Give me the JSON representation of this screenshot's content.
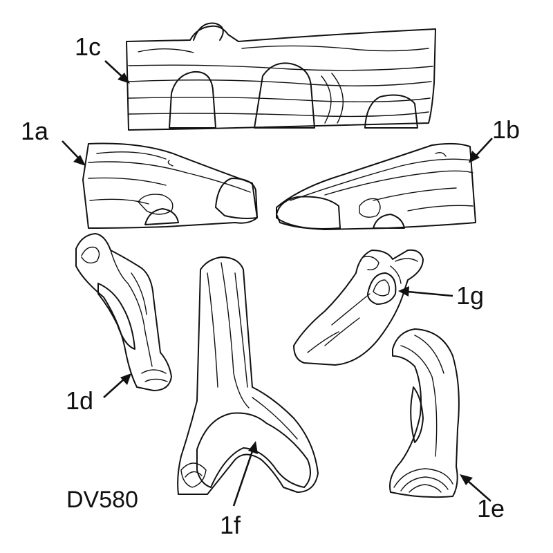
{
  "diagram": {
    "model": "DV580",
    "parts": [
      {
        "id": "1c",
        "label": "1c"
      },
      {
        "id": "1a",
        "label": "1a"
      },
      {
        "id": "1b",
        "label": "1b"
      },
      {
        "id": "1d",
        "label": "1d"
      },
      {
        "id": "1f",
        "label": "1f"
      },
      {
        "id": "1g",
        "label": "1g"
      },
      {
        "id": "1e",
        "label": "1e"
      }
    ]
  }
}
